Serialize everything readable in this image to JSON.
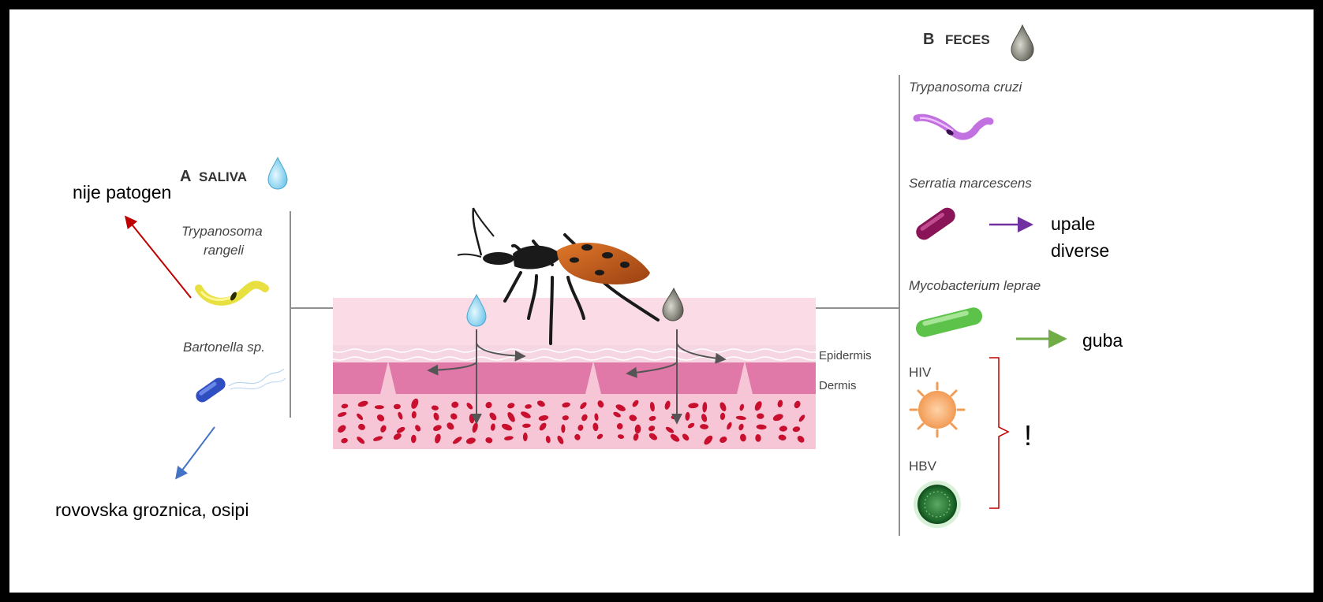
{
  "section_a": {
    "letter": "A",
    "title": "SALIVA"
  },
  "section_b": {
    "letter": "B",
    "title": "FECES"
  },
  "saliva_organisms": [
    {
      "name_line1": "Trypanosoma",
      "name_line2": "rangeli"
    },
    {
      "name_line1": "Bartonella sp.",
      "name_line2": ""
    }
  ],
  "feces_organisms": [
    {
      "name": "Trypanosoma cruzi"
    },
    {
      "name": "Serratia marcescens"
    },
    {
      "name": "Mycobacterium leprae"
    },
    {
      "name": "HIV"
    },
    {
      "name": "HBV"
    }
  ],
  "skin_layers": {
    "epidermis": "Epidermis",
    "dermis": "Dermis"
  },
  "annotations": {
    "rangeli_note": "nije patogen",
    "bartonella_note": "rovovska groznica, osipi",
    "serratia_note_line1": "upale",
    "serratia_note_line2": "diverse",
    "leprae_note": "guba",
    "viruses_note": "!"
  },
  "colors": {
    "frame": "#000000",
    "arrow_red": "#c00000",
    "arrow_blue": "#4472c4",
    "arrow_purple": "#7030a0",
    "arrow_green": "#70ad47",
    "bracket_red": "#c00000",
    "saliva_drop": "#7fd0ee",
    "feces_drop": "#7a7a70"
  },
  "icons": [
    "saliva-drop-icon",
    "feces-drop-icon",
    "triatomine-bug-icon"
  ]
}
